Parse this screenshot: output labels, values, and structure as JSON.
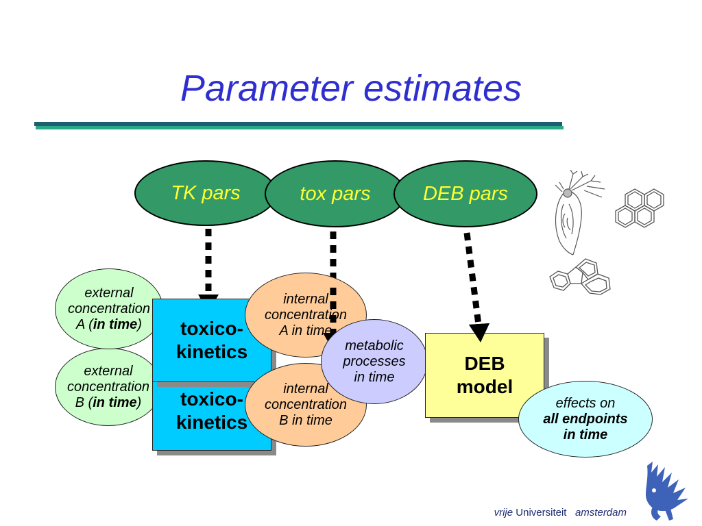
{
  "title": "Parameter estimates",
  "parameters": {
    "tk": "TK pars",
    "tox": "tox pars",
    "deb": "DEB pars"
  },
  "external_a": {
    "line1": "external",
    "line2": "concentration",
    "line3_prefix": "A (",
    "line3_emph": "in time",
    "line3_suffix": ")"
  },
  "external_b": {
    "line1": "external",
    "line2": "concentration",
    "line3_prefix": "B (",
    "line3_emph": "in time",
    "line3_suffix": ")"
  },
  "toxicokinetics": {
    "line1": "toxico-",
    "line2": "kinetics"
  },
  "internal_a": {
    "line1": "internal",
    "line2": "concentration",
    "line3": "A in time"
  },
  "internal_b": {
    "line1": "internal",
    "line2": "concentration",
    "line3": "B in time"
  },
  "metabolic": {
    "line1": "metabolic",
    "line2": "processes",
    "line3": "in time"
  },
  "deb_model": {
    "line1": "DEB",
    "line2": "model"
  },
  "effects": {
    "line1": "effects on",
    "line2": "all endpoints",
    "line3": "in time"
  },
  "branding": {
    "vrije": "vrije",
    "universiteit": "Universiteit",
    "amsterdam": "amsterdam"
  },
  "colors": {
    "title": "#2f2fd0",
    "parameter_fill": "#339966",
    "parameter_text": "#ffff33",
    "toxicokinetics_fill": "#00ccff",
    "deb_fill": "#ffff99",
    "external_fill": "#ccffcc",
    "internal_fill": "#ffcc99",
    "metabolic_fill": "#ccccff",
    "effects_fill": "#ccffff"
  },
  "icons": [
    "daphnia-icon",
    "pyrene-molecule-icon",
    "fluoranthene-molecule-icon",
    "vu-griffin-logo-icon"
  ]
}
